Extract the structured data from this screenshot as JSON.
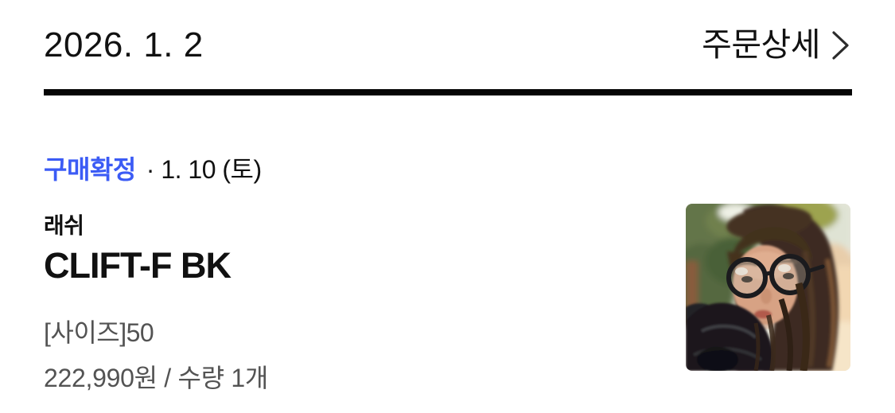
{
  "header": {
    "date": "2026. 1. 2",
    "order_detail_label": "주문상세",
    "chevron_icon": "chevron-right"
  },
  "order": {
    "status_label": "구매확정",
    "status_suffix": "· 1. 10 (토)",
    "brand": "래쉬",
    "product_name": "CLIFT-F BK",
    "option": "[사이즈]50",
    "price_quantity": "222,990원 / 수량 1개"
  },
  "colors": {
    "status_blue": "#3b5bf5",
    "text_primary": "#111111",
    "text_secondary": "#535353",
    "divider": "#060606",
    "background": "#ffffff"
  }
}
